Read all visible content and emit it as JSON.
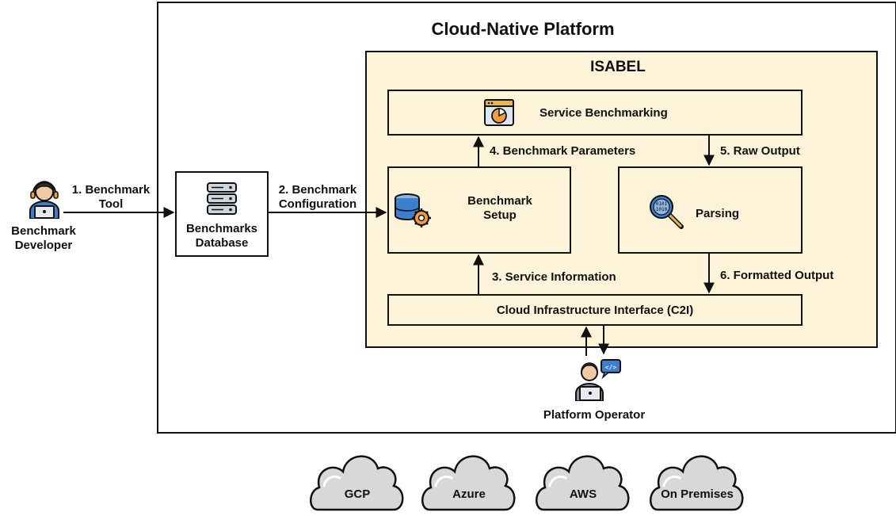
{
  "platform": {
    "title": "Cloud-Native Platform"
  },
  "isabel": {
    "title": "ISABEL",
    "service_benchmarking": "Service Benchmarking",
    "benchmark_setup": "Benchmark Setup",
    "parsing": "Parsing",
    "c2i": "Cloud Infrastructure Interface (C2I)"
  },
  "actors": {
    "developer": "Benchmark Developer",
    "operator": "Platform Operator"
  },
  "database": {
    "label": "Benchmarks Database"
  },
  "edges": {
    "e1": "1. Benchmark Tool",
    "e2": "2. Benchmark Configuration",
    "e3": "3. Service Information",
    "e4": "4. Benchmark Parameters",
    "e5": "5. Raw Output",
    "e6": "6. Formatted Output"
  },
  "clouds": [
    "GCP",
    "Azure",
    "AWS",
    "On Premises"
  ],
  "icons": {
    "developer": "developer-laptop-icon",
    "operator": "operator-laptop-code-icon",
    "database": "database-icon",
    "service_benchmarking": "browser-dashboard-icon",
    "benchmark_setup": "database-gear-icon",
    "parsing": "magnifier-binary-icon",
    "cloud": "cloud-icon"
  }
}
